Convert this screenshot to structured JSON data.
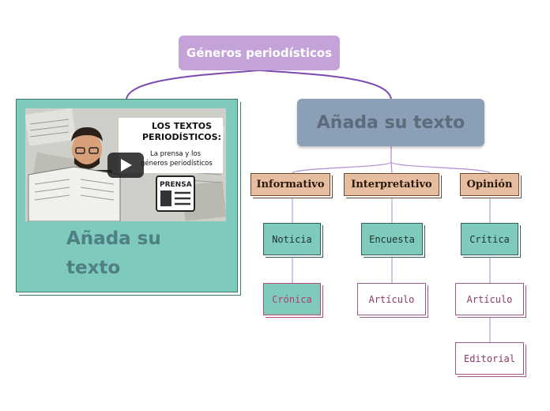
{
  "root": {
    "label": "Géneros periodísticos"
  },
  "left_card": {
    "text_line1": "Añada su",
    "text_line2": "texto",
    "video": {
      "title_line1": "LOS TEXTOS",
      "title_line2": "PERIODÍSTICOS:",
      "subtitle_line1": "La prensa y los",
      "subtitle_line2": "géneros periodísticos",
      "badge": "PRENSA"
    }
  },
  "right_node": {
    "label": "Añada su texto"
  },
  "categories": [
    {
      "label": "Informativo",
      "children": [
        "Noticia",
        "Crónica"
      ]
    },
    {
      "label": "Interpretativo",
      "children": [
        "Encuesta",
        "Artículo"
      ]
    },
    {
      "label": "Opinión",
      "children": [
        "Crítica",
        "Artículo",
        "Editorial"
      ]
    }
  ],
  "colors": {
    "root": "#c4a3d8",
    "connector": "#7b4bb0",
    "teal": "#7ecbbd",
    "slate": "#8b9fb6",
    "tan": "#e6bd9f",
    "pink_border": "#a05a86"
  },
  "icons": {
    "video_play": "play-icon"
  }
}
